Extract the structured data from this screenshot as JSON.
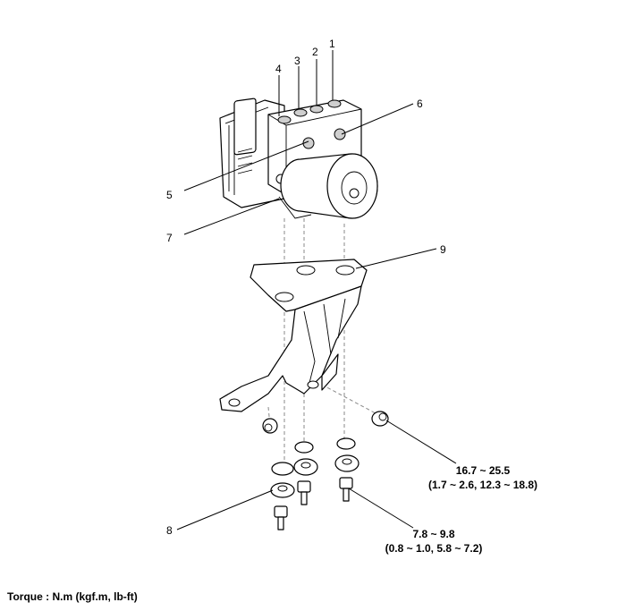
{
  "callouts": {
    "c1": "1",
    "c2": "2",
    "c3": "3",
    "c4": "4",
    "c5": "5",
    "c6": "6",
    "c7": "7",
    "c8": "8",
    "c9": "9"
  },
  "torque_specs": {
    "nut": {
      "nm": "16.7 ~ 25.5",
      "alt": "(1.7 ~ 2.6, 12.3 ~ 18.8)"
    },
    "bolt": {
      "nm": "7.8 ~ 9.8",
      "alt": "(0.8 ~ 1.0, 5.8 ~ 7.2)"
    }
  },
  "footer": {
    "unit_note": "Torque : N.m (kgf.m, lb-ft)"
  }
}
